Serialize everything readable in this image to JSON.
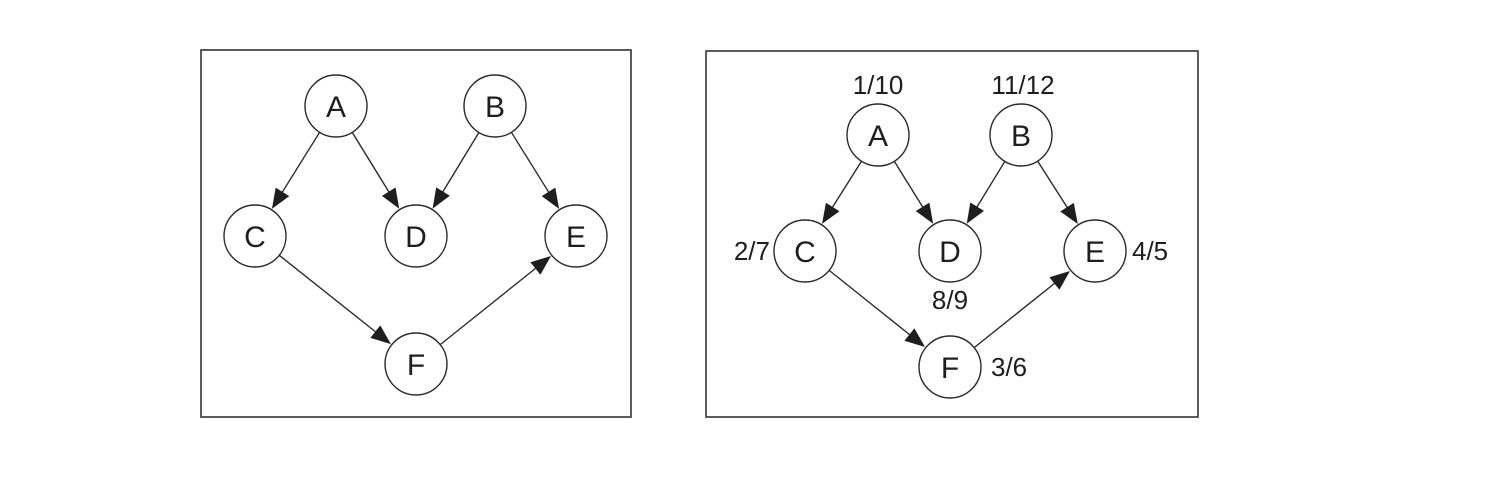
{
  "left_graph": {
    "nodes": [
      {
        "id": "A",
        "label": "A"
      },
      {
        "id": "B",
        "label": "B"
      },
      {
        "id": "C",
        "label": "C"
      },
      {
        "id": "D",
        "label": "D"
      },
      {
        "id": "E",
        "label": "E"
      },
      {
        "id": "F",
        "label": "F"
      }
    ],
    "edges": [
      {
        "from": "A",
        "to": "C"
      },
      {
        "from": "A",
        "to": "D"
      },
      {
        "from": "B",
        "to": "D"
      },
      {
        "from": "B",
        "to": "E"
      },
      {
        "from": "C",
        "to": "F"
      },
      {
        "from": "F",
        "to": "E"
      }
    ]
  },
  "right_graph": {
    "nodes": [
      {
        "id": "A",
        "label": "A",
        "times": "1/10"
      },
      {
        "id": "B",
        "label": "B",
        "times": "11/12"
      },
      {
        "id": "C",
        "label": "C",
        "times": "2/7"
      },
      {
        "id": "D",
        "label": "D",
        "times": "8/9"
      },
      {
        "id": "E",
        "label": "E",
        "times": "4/5"
      },
      {
        "id": "F",
        "label": "F",
        "times": "3/6"
      }
    ],
    "edges": [
      {
        "from": "A",
        "to": "C"
      },
      {
        "from": "A",
        "to": "D"
      },
      {
        "from": "B",
        "to": "D"
      },
      {
        "from": "B",
        "to": "E"
      },
      {
        "from": "C",
        "to": "F"
      },
      {
        "from": "F",
        "to": "E"
      }
    ]
  },
  "colors": {
    "stroke": "#2a2a2a",
    "text": "#1e1e1e",
    "background": "#ffffff"
  }
}
